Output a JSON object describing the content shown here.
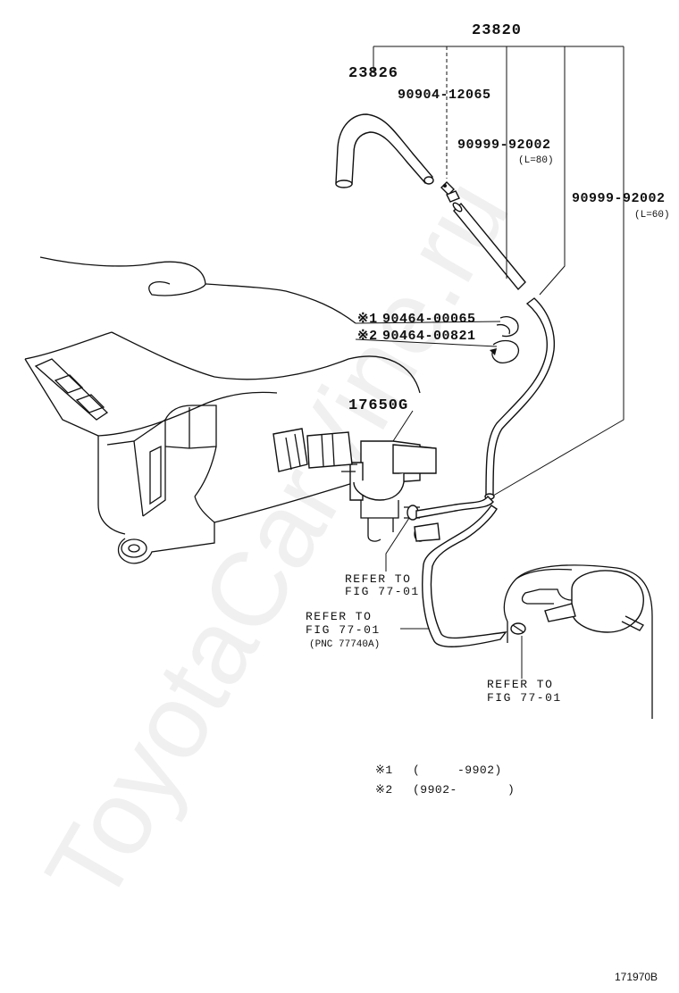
{
  "watermark": "ToyotaCarVine.ru",
  "parts": {
    "assembly": "23820",
    "hose_a": "23826",
    "hose_b": "90904-12065",
    "hose_c": "90999-92002",
    "hose_c_len": "(L=80)",
    "hose_d": "90999-92002",
    "hose_d_len": "(L=60)",
    "clamp_1": "90464-00065",
    "clamp_2": "90464-00821",
    "vsv": "17650G"
  },
  "markers": {
    "m1": "※1",
    "m2": "※2"
  },
  "refs": {
    "ref1_line1": "REFER TO",
    "ref1_line2": "FIG 77-01",
    "ref2_line1": "REFER TO",
    "ref2_line2": "FIG 77-01",
    "ref2_line3": "(PNC 77740A)",
    "ref3_line1": "REFER TO",
    "ref3_line2": "FIG 77-01"
  },
  "notes": {
    "n1_marker": "※1",
    "n1_open": "(",
    "n1_value": "-9902)",
    "n2_marker": "※2",
    "n2_value": "(9902-",
    "n2_close": ")"
  },
  "figure_code": "171970B"
}
